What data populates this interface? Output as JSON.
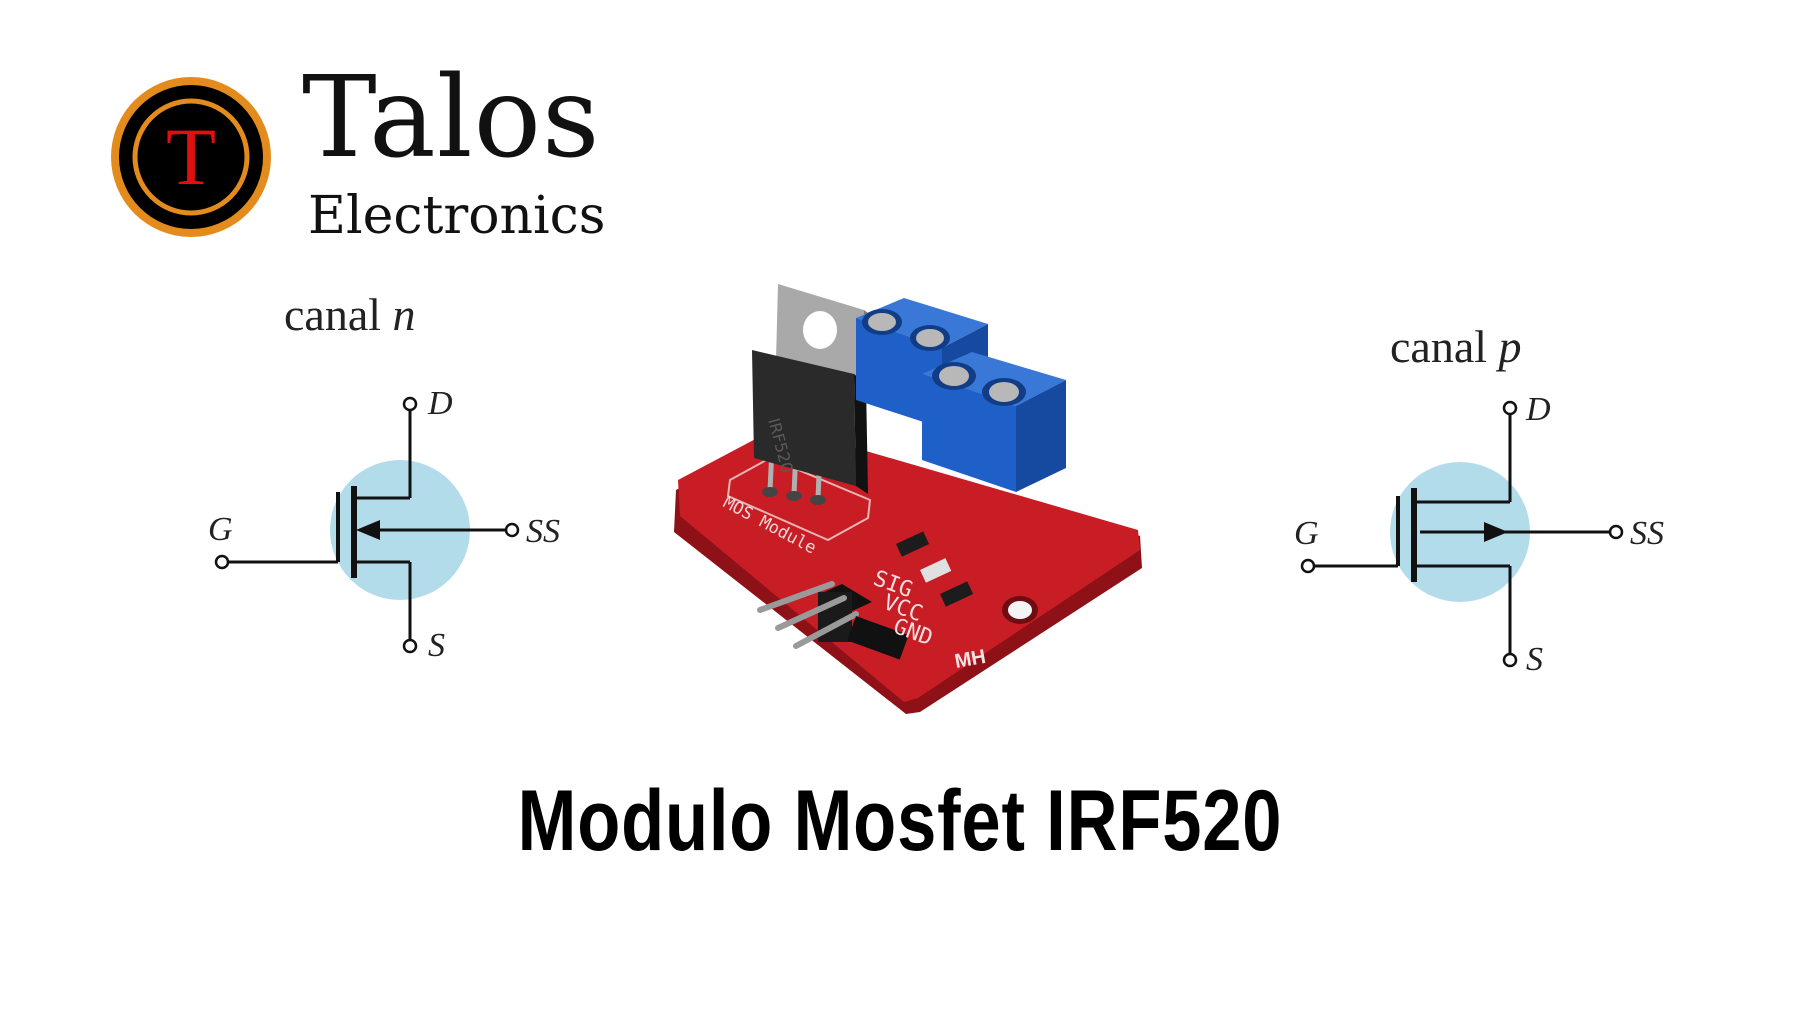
{
  "logo": {
    "letter": "T",
    "ring_color": "#E38B1C",
    "fill_color": "#000000",
    "letter_color": "#E01010"
  },
  "brand": {
    "name": "Talos",
    "subtitle": "Electronics"
  },
  "left_diagram": {
    "caption_prefix": "canal ",
    "caption_var": "n",
    "label_d": "D",
    "label_g": "G",
    "label_ss": "SS",
    "label_s": "S",
    "highlight_color": "#B3DCEB"
  },
  "right_diagram": {
    "caption_prefix": "canal ",
    "caption_var": "p",
    "label_d": "D",
    "label_g": "G",
    "label_ss": "SS",
    "label_s": "S",
    "highlight_color": "#B3DCEB"
  },
  "module": {
    "silk_label": "MOS Module",
    "pin_labels": [
      "SIG",
      "VCC",
      "GND"
    ],
    "chip_text": "IRF520",
    "mark": "MH",
    "board_color": "#C81D25",
    "terminal_color": "#1E5FC8"
  },
  "title": "Modulo Mosfet IRF520"
}
